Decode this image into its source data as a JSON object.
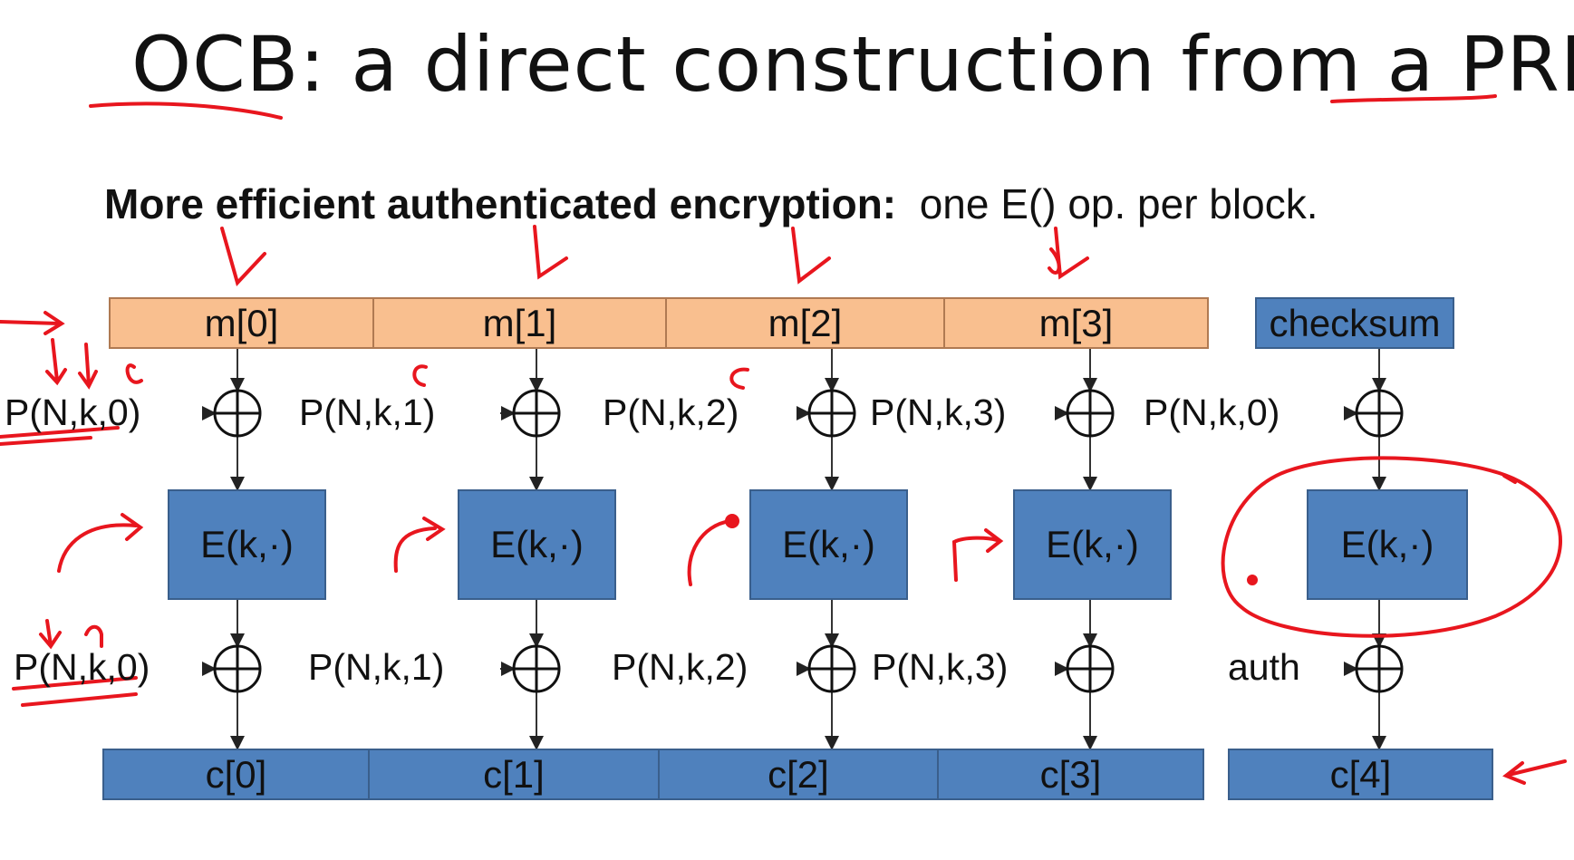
{
  "title": "OCB:  a direct construction from a PRP",
  "subtitle": {
    "bold": "More efficient authenticated encryption:",
    "rest": "one E() op. per block."
  },
  "message_blocks": [
    "m[0]",
    "m[1]",
    "m[2]",
    "m[3]"
  ],
  "checksum_label": "checksum",
  "pad_top": [
    "P(N,k,0)",
    "P(N,k,1)",
    "P(N,k,2)",
    "P(N,k,3)",
    "P(N,k,0)"
  ],
  "cipher_label": "E(k,·)",
  "pad_bottom": [
    "P(N,k,0)",
    "P(N,k,1)",
    "P(N,k,2)",
    "P(N,k,3)"
  ],
  "auth_label": "auth",
  "cipher_blocks": [
    "c[0]",
    "c[1]",
    "c[2]",
    "c[3]",
    "c[4]"
  ],
  "colors": {
    "message_fill": "#f9bf8f",
    "block_fill": "#4f81bd",
    "annotation": "#e8161e"
  }
}
